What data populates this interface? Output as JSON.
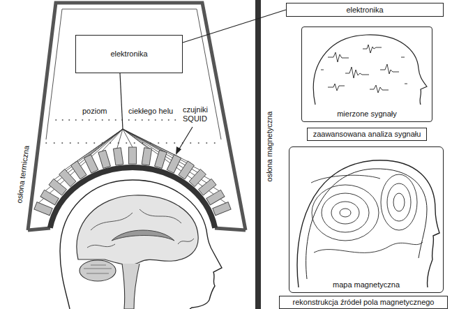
{
  "diagram": {
    "nodes": [
      {
        "text": [
          "elektronika"
        ]
      },
      {
        "text": [
          "elektronika"
        ]
      },
      {
        "text": [
          "mierzone sygnały"
        ]
      },
      {
        "text": [
          "zaawansowana analiza sygnału"
        ]
      },
      {
        "text": [
          "mapa magnetyczna"
        ]
      },
      {
        "text": [
          "rekonstrukcja źródeł pola magnetycznego"
        ]
      }
    ],
    "edges": [
      {
        "from": 0,
        "to": 1,
        "arrow": "none"
      }
    ],
    "labels": [
      "poziom",
      "ciekłego helu",
      "czujniki SQUID",
      "osłona termiczna",
      "osłona magnetyczna"
    ]
  }
}
